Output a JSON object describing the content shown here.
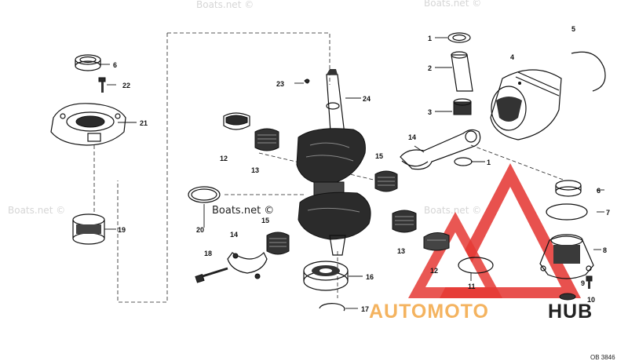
{
  "callouts": [
    {
      "id": "c1a",
      "text": "1"
    },
    {
      "id": "c2",
      "text": "2"
    },
    {
      "id": "c3",
      "text": "3"
    },
    {
      "id": "c4",
      "text": "4"
    },
    {
      "id": "c5",
      "text": "5"
    },
    {
      "id": "c6a",
      "text": "6"
    },
    {
      "id": "c22",
      "text": "22"
    },
    {
      "id": "c23",
      "text": "23"
    },
    {
      "id": "c24",
      "text": "24"
    },
    {
      "id": "c21",
      "text": "21"
    },
    {
      "id": "c14a",
      "text": "14"
    },
    {
      "id": "c1b",
      "text": "1"
    },
    {
      "id": "c12a",
      "text": "12"
    },
    {
      "id": "c13a",
      "text": "13"
    },
    {
      "id": "c15a",
      "text": "15"
    },
    {
      "id": "c19",
      "text": "19"
    },
    {
      "id": "c20",
      "text": "20"
    },
    {
      "id": "c15b",
      "text": "15"
    },
    {
      "id": "c14b",
      "text": "14"
    },
    {
      "id": "c13b",
      "text": "13"
    },
    {
      "id": "c6b",
      "text": "6"
    },
    {
      "id": "c7",
      "text": "7"
    },
    {
      "id": "c18",
      "text": "18"
    },
    {
      "id": "c16",
      "text": "16"
    },
    {
      "id": "c12b",
      "text": "12"
    },
    {
      "id": "c11",
      "text": "11"
    },
    {
      "id": "c8",
      "text": "8"
    },
    {
      "id": "c9",
      "text": "9"
    },
    {
      "id": "c17",
      "text": "17"
    },
    {
      "id": "c10",
      "text": "10"
    }
  ],
  "watermarks": {
    "small": "Boats.net ©",
    "main": "Boats.net ©"
  },
  "logo": {
    "part1": "AUTOMOTO",
    "part2": "HUB",
    "color_accent": "#f4b35f",
    "color_triangle": "#e53935",
    "color_dark": "#222222"
  },
  "drawing_code": "OB 3846"
}
